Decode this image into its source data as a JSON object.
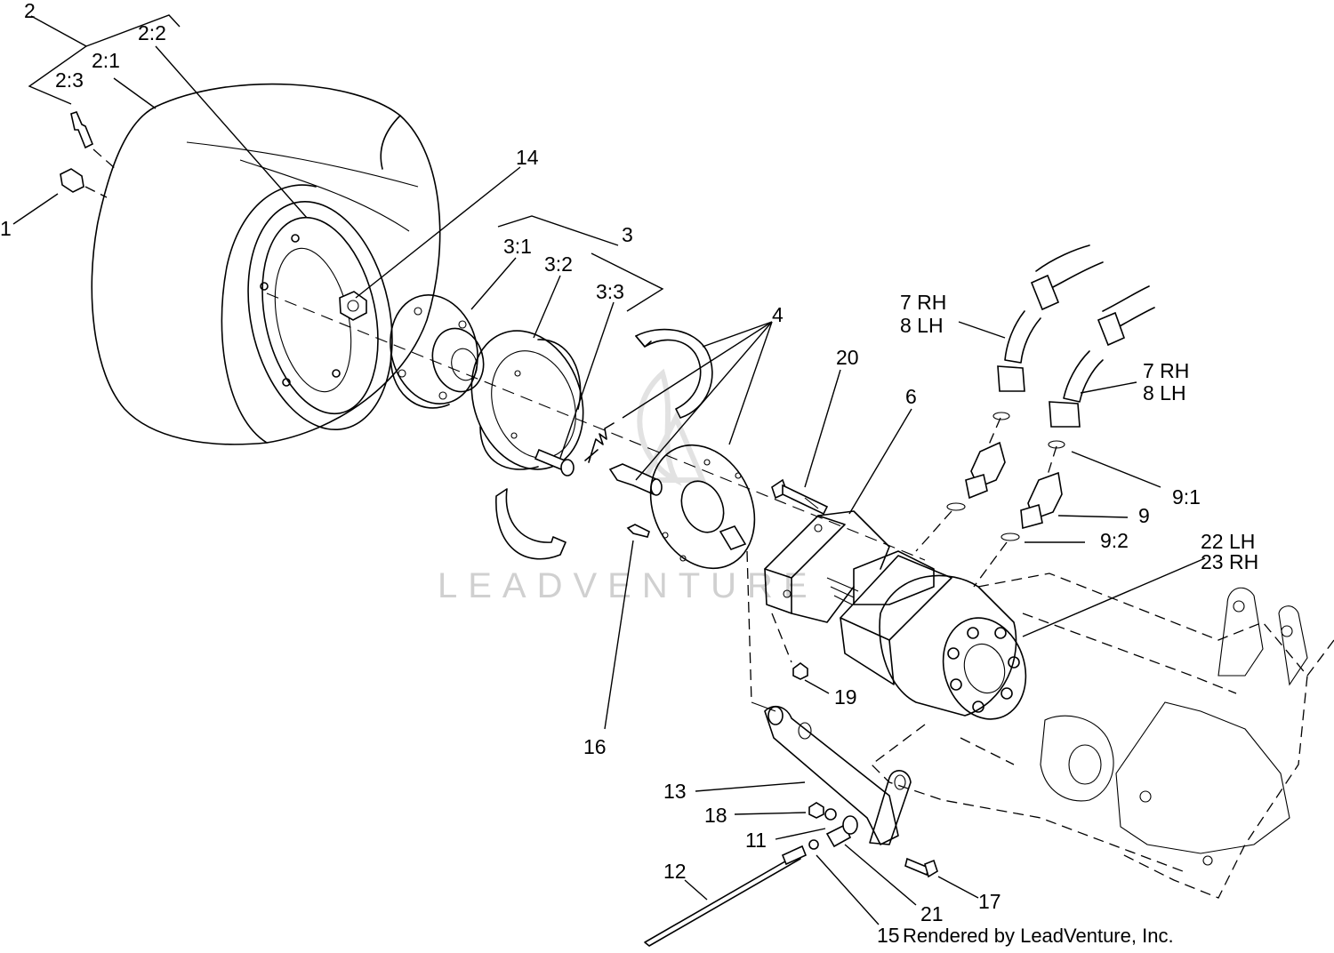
{
  "labels": {
    "l2": "2",
    "l2_2": "2:2",
    "l2_1": "2:1",
    "l2_3": "2:3",
    "l1": "1",
    "l14": "14",
    "l3": "3",
    "l3_1": "3:1",
    "l3_2": "3:2",
    "l3_3": "3:3",
    "l4": "4",
    "l7rh_a": "7 RH",
    "l8lh_a": "8 LH",
    "l7rh_b": "7 RH",
    "l8lh_b": "8 LH",
    "l20": "20",
    "l6": "6",
    "l9_1": "9:1",
    "l9": "9",
    "l9_2": "9:2",
    "l22lh": "22 LH",
    "l23rh": "23 RH",
    "l19": "19",
    "l16": "16",
    "l13": "13",
    "l18": "18",
    "l11": "11",
    "l12": "12",
    "l17": "17",
    "l21": "21",
    "l15": "15"
  },
  "credit": "Rendered by LeadVenture, Inc.",
  "watermark": "LEADVENTURE"
}
